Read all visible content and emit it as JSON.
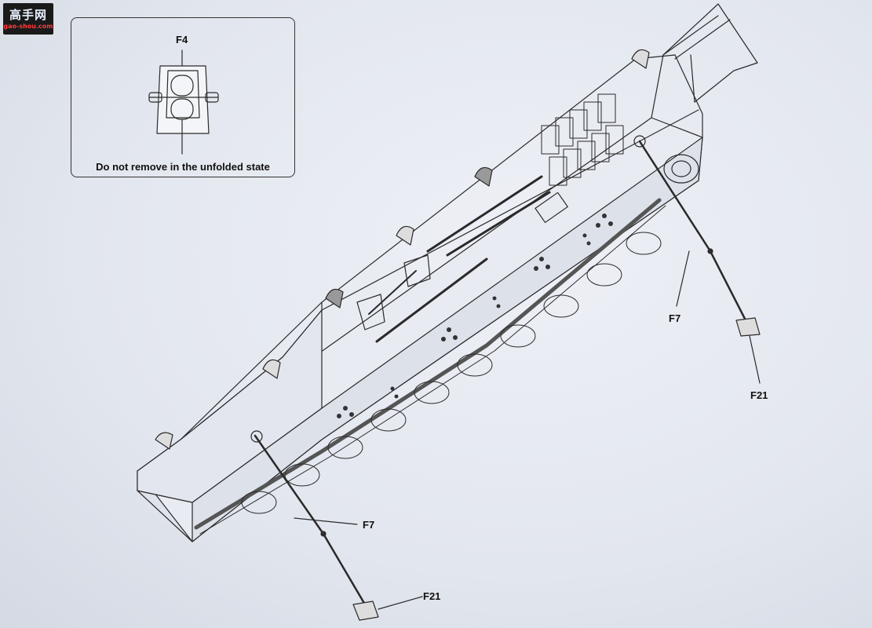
{
  "watermark": {
    "main": "高手网",
    "sub": "gao-shou.com"
  },
  "inset": {
    "part_label": "F4",
    "caption": "Do not remove in the unfolded state"
  },
  "callouts": {
    "f7_right": "F7",
    "f21_right": "F21",
    "f7_left": "F7",
    "f21_left": "F21"
  }
}
